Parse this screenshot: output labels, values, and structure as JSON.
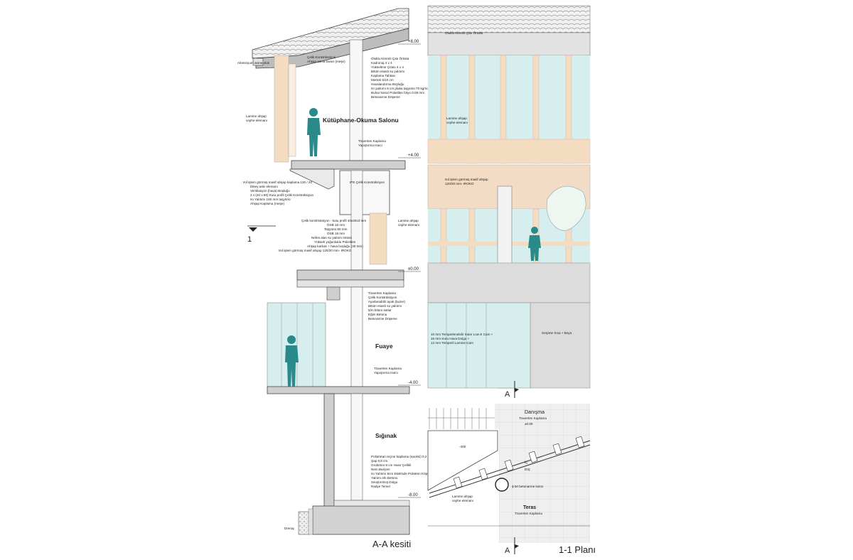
{
  "section": {
    "title": "A-A kesiti",
    "marker": "1",
    "levels": [
      "+8.00",
      "+4.00",
      "±0.00",
      "-4.00",
      "-8.00"
    ],
    "rooms": [
      "Kütüphane-Okuma Salonu",
      "Fuaye",
      "Sığınak"
    ],
    "labels_left": [
      "Alüminyum asma oluk",
      "Lamine ahşap",
      "cephe elemanı",
      "Isıl işlem görmüş masif ahşap kaplama 120 / 20",
      "Dikey askı elemanı",
      "Ventilasyon (hava) Boşluğu",
      "2 x (40 x 80) Kutu profil Çelik Konstrüksiyon",
      "Isı Yalıtımı 160 mm taşyünü",
      "Ahşap Kaplama (meşe)",
      "Drenaj"
    ],
    "labels_center": [
      "Çelik Konstrüksiyon",
      "Ahşap asma tavan (meşe)",
      "Çelik konstrüksiyon - kutu profil 40x40x3 mm",
      "OSB 18 mm",
      "Taşyünü 80 mm",
      "OSB 18 mm",
      "Nefes alan su yalıtım örtüsü",
      "Yüksek yoğunluklu Polietilen",
      "Ahşap karkas + hava boşluğu (40 mm)",
      "Isıl işlem görmüş masif ahşap 120/20 mm- IROKO",
      "IPE Çelik Konstrüksiyon",
      "Lamine ahşap",
      "cephe elemanı"
    ],
    "labels_right": [
      "Oluklu Kiremit Çatı Örtüsü",
      "Kadronaj 4 x 4",
      "Yükseltme Çıtası 4 x 4",
      "Bitüm esaslı su yalıtımı",
      "Kaplama Tahtası",
      "Mertek 5/10 cm",
      "Havalandırma Boşluğu",
      "Isı yalıtımı 8 cm plaka taşyünü 70 kg/m3",
      "Buhar kesici Polietilen folyo 0.05 mm",
      "Betonarme Döşeme",
      "Traverten Kaplama",
      "Yapıştırma Harcı",
      "Traverten Kaplama",
      "Çelik Konstrüksiyon",
      "Ayarlanabilir ayak (buzer)",
      "Bitüm esaslı su yalıtımı",
      "5/m bitüm setlar",
      "Eğim Betonu",
      "Betonarme Döşeme",
      "Traverten Kaplama",
      "Yapıştırma Harcı",
      "Poliüretan reçine kaplama (epoksi) 0,2 cm",
      "Şap 6,8 cm.",
      "Grobeton 8 cm Hasır Çelikli",
      "Nem Bariyeri",
      "Isı Yalıtımı 8cm Ekstrüde Polistren Köpük",
      "Yalıtım Altı Betonu",
      "Sıkıştırılmış Dolgu",
      "Radye Temel"
    ]
  },
  "elevation": {
    "labels": [
      "Oluklu Kiremit Çatı Örtüsü",
      "Lamine ahşap",
      "cephe elemanı",
      "Isıl işlem görmüş masif ahşap",
      "120/20 mm- IROKO",
      "10 mm Temperlenebilir Solar Low E Cam +",
      "16 mm Kuru Hava Dolgu +",
      "12 mm Temperli Lamine Cam",
      "Serpme Sıva + Boya"
    ],
    "marker": "A"
  },
  "plan": {
    "title": "1-1 Planı",
    "marker": "A",
    "labels": [
      "Danışma",
      "Traverten Kaplama",
      "±0.00",
      "-400",
      "İÇ",
      "DIŞ",
      "ϕ 50 betonarme kolon",
      "Lamine ahşap",
      "cephe elemanı",
      "Teras",
      "Traverten Kaplama"
    ]
  },
  "colors": {
    "glass": "#d7eeef",
    "wood": "#f4dcc0",
    "figure": "#2a8a8a",
    "concrete": "#d2d2d2",
    "line": "#333333"
  }
}
